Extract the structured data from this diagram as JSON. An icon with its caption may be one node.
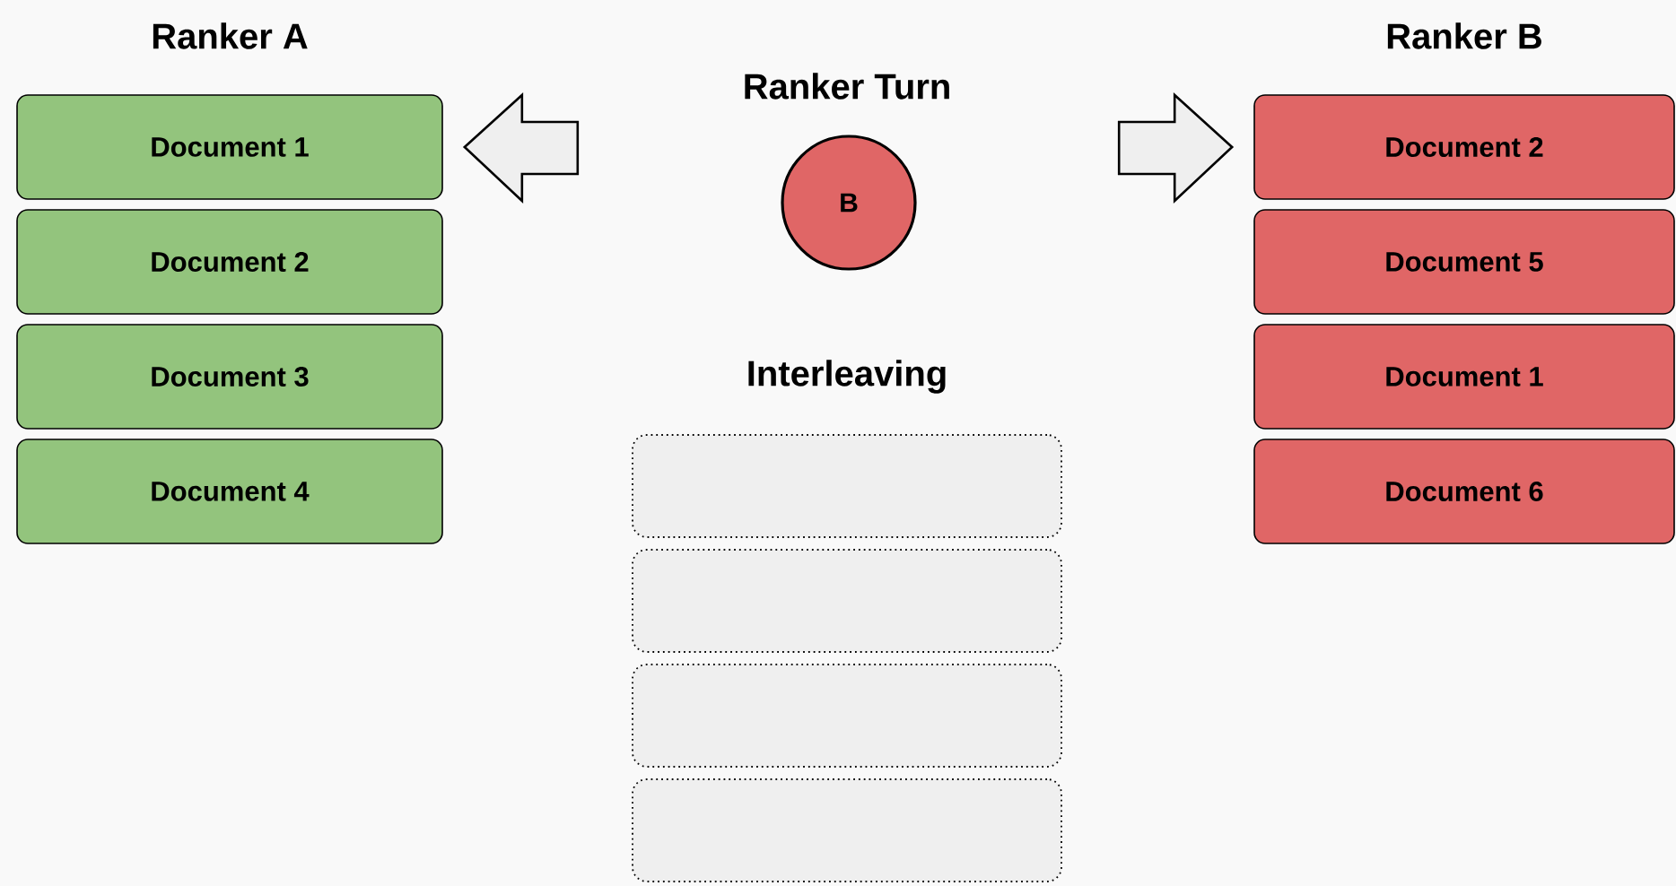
{
  "diagram": {
    "nodes": [
      {
        "text": [
          "Document 1"
        ]
      },
      {
        "text": [
          "Document 2"
        ]
      },
      {
        "text": [
          "Document 3"
        ]
      },
      {
        "text": [
          "Document 4"
        ]
      },
      {
        "text": [
          "B"
        ]
      },
      {
        "text": [],
        "shape": "box"
      },
      {
        "text": [],
        "shape": "box"
      },
      {
        "text": [],
        "shape": "box"
      },
      {
        "text": [],
        "shape": "box"
      },
      {
        "text": [
          "Document 2"
        ]
      },
      {
        "text": [
          "Document 5"
        ]
      },
      {
        "text": [
          "Document 1"
        ]
      },
      {
        "text": [
          "Document 6"
        ]
      }
    ],
    "edges": [
      {
        "from": null,
        "to": 0,
        "arrow": "to"
      },
      {
        "from": null,
        "to": 9,
        "arrow": "to"
      }
    ],
    "labels": [
      "Ranker A",
      "Ranker Turn",
      "Ranker B",
      "Interleaving"
    ]
  }
}
